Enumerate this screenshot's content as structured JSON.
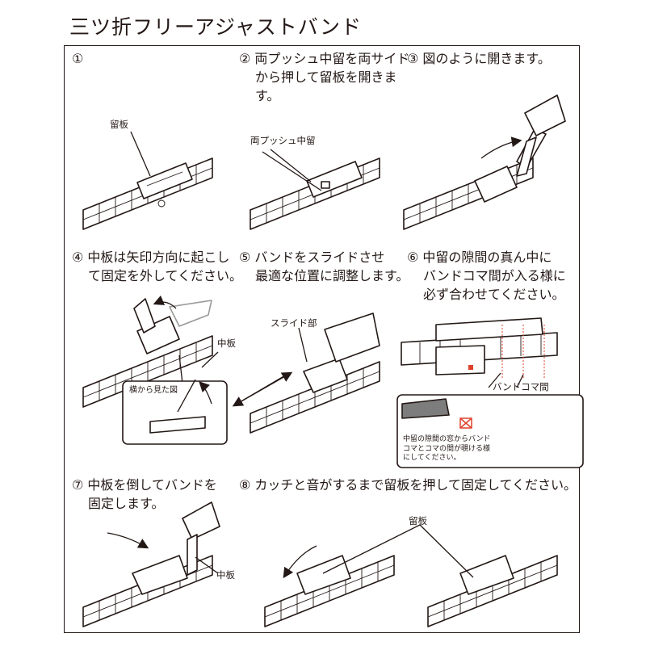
{
  "title": "三ツ折フリーアジャストバンド",
  "steps": [
    {
      "lines": [
        "①"
      ]
    },
    {
      "lines": [
        "② 両プッシュ中留を両サイド",
        "から押して留板を開きま",
        "す。"
      ]
    },
    {
      "lines": [
        "③ 図のように開きます。"
      ]
    },
    {
      "lines": [
        "④ 中板は矢印方向に起こし",
        "て固定を外してください。"
      ]
    },
    {
      "lines": [
        "⑤ バンドをスライドさせ",
        "最適な位置に調整します。"
      ]
    },
    {
      "lines": [
        "⑥ 中留の隙間の真ん中に",
        "バンドコマ間が入る様に",
        "必ず合わせてください。"
      ]
    },
    {
      "lines": [
        "⑦ 中板を倒してバンドを",
        "固定します。"
      ]
    },
    {
      "lines": [
        "⑧ カッチと音がするまで留板を押して固定してください。"
      ]
    }
  ],
  "labels": {
    "tomeita_1": "留板",
    "push": "両プッシュ中留",
    "nakaita_4": "中板",
    "side_view": "横から見た図",
    "slide": "スライド部",
    "band_gap": "バンドコマ間",
    "nakaita_7": "中板",
    "tomeita_8": "留板"
  },
  "inset_note": [
    "中留の隙間の窓からバンド",
    "コマとコマの間が覗ける様",
    "にしてください。"
  ],
  "colors": {
    "line": "#231815",
    "accent": "#e0402a",
    "gray": "#7d7d7d"
  }
}
